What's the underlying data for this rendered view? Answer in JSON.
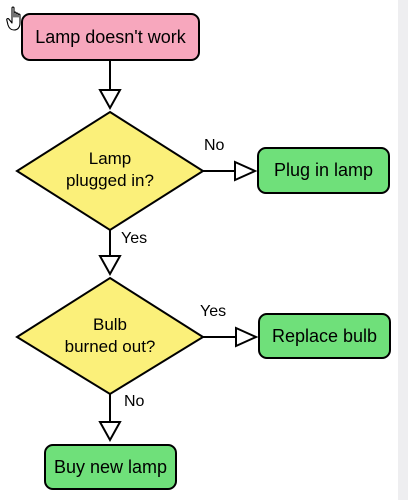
{
  "nodes": {
    "start": "Lamp doesn't work",
    "plugged_in_line1": "Lamp",
    "plugged_in_line2": "plugged in?",
    "plug_in": "Plug in lamp",
    "bulb_line1": "Bulb",
    "bulb_line2": "burned out?",
    "replace_bulb": "Replace bulb",
    "buy_new": "Buy new lamp"
  },
  "edges": {
    "plugged_no": "No",
    "plugged_yes": "Yes",
    "bulb_yes": "Yes",
    "bulb_no": "No"
  },
  "colors": {
    "start_fill": "#f7a7bd",
    "decision_fill": "#fbf07a",
    "action_fill": "#6fe07a"
  },
  "icons": {
    "cursor": "hand-pointer-icon"
  }
}
